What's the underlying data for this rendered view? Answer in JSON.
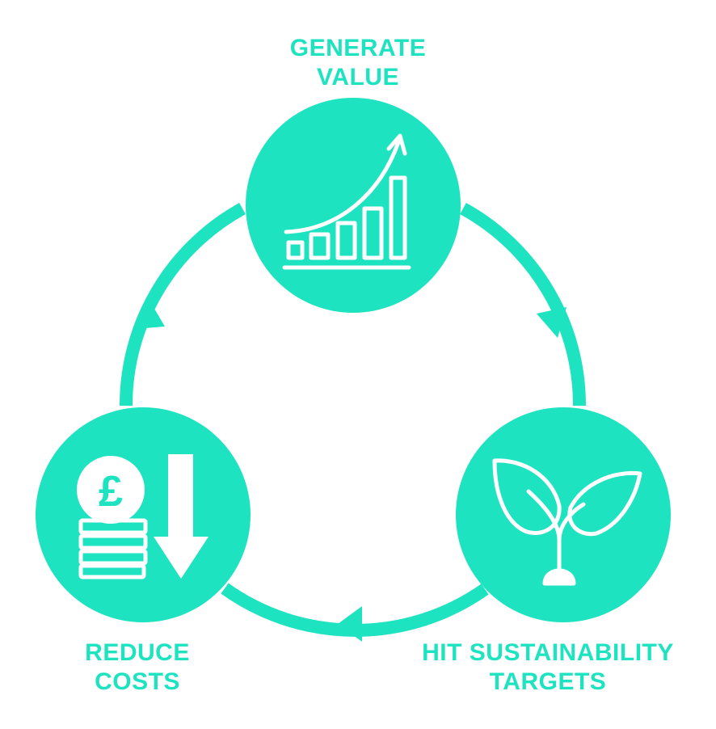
{
  "colors": {
    "accent": "#1ee3c0",
    "icon_stroke": "#ffffff",
    "background": "#ffffff"
  },
  "nodes": [
    {
      "id": "generate-value",
      "lines": [
        "GENERATE",
        "VALUE"
      ],
      "icon": "growth-bar-chart-icon"
    },
    {
      "id": "hit-sustainability-targets",
      "lines": [
        "HIT SUSTAINABILITY",
        "TARGETS"
      ],
      "icon": "sprout-leaves-icon"
    },
    {
      "id": "reduce-costs",
      "lines": [
        "REDUCE",
        "COSTS"
      ],
      "icon": "pound-coins-down-arrow-icon"
    }
  ],
  "coin_symbol": "£",
  "flow": "clockwise"
}
